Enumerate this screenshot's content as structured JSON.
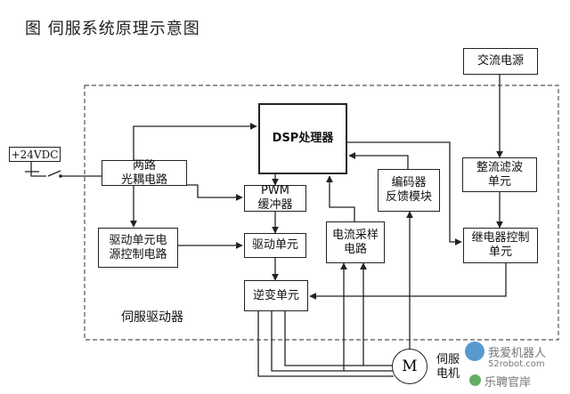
{
  "title": "图  伺服系统原理示意图",
  "blocks": {
    "ac_power": "交流电源",
    "dsp": "DSP处理器",
    "optocoupler": "两路\n光耦电路",
    "pwm_buffer": "PWM\n缓冲器",
    "encoder_feedback": "编码器\n反馈模块",
    "rectifier_filter": "整流滤波\n单元",
    "drive_power_ctrl": "驱动单元电\n源控制电路",
    "drive_unit": "驱动单元",
    "current_sampling": "电流采样\n电路",
    "relay_control": "继电器控制\n单元",
    "inverter": "逆变单元",
    "power_24v": "+24VDC"
  },
  "labels": {
    "servo_driver": "伺服驱动器",
    "servo_motor": "伺服\n电机",
    "motor_symbol": "M"
  },
  "watermark": {
    "line1": "我爱机器人",
    "line2": "52robot.com",
    "line3": "乐聘官岸"
  },
  "colors": {
    "line": "#222222",
    "dash": "#555555",
    "watermark_blue": "#3a88c8",
    "watermark_green": "#4aa04a"
  }
}
